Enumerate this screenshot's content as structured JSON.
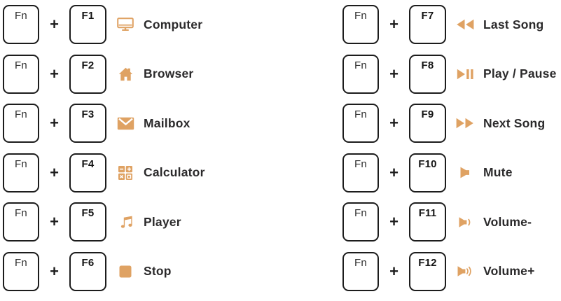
{
  "accent_color": "#dfa263",
  "text_color": "#2b2a2b",
  "keys": {
    "modifier_label": "Fn",
    "plus_sign": "+"
  },
  "columns": [
    {
      "rows": [
        {
          "key": "F1",
          "icon": "computer-icon",
          "label": "Computer"
        },
        {
          "key": "F2",
          "icon": "home-icon",
          "label": "Browser"
        },
        {
          "key": "F3",
          "icon": "mailbox-icon",
          "label": "Mailbox"
        },
        {
          "key": "F4",
          "icon": "calculator-icon",
          "label": "Calculator"
        },
        {
          "key": "F5",
          "icon": "music-note-icon",
          "label": "Player"
        },
        {
          "key": "F6",
          "icon": "stop-icon",
          "label": "Stop"
        }
      ]
    },
    {
      "rows": [
        {
          "key": "F7",
          "icon": "rewind-icon",
          "label": "Last Song"
        },
        {
          "key": "F8",
          "icon": "play-pause-icon",
          "label": "Play / Pause"
        },
        {
          "key": "F9",
          "icon": "fast-forward-icon",
          "label": "Next Song"
        },
        {
          "key": "F10",
          "icon": "mute-icon",
          "label": "Mute"
        },
        {
          "key": "F11",
          "icon": "volume-down-icon",
          "label": "Volume-"
        },
        {
          "key": "F12",
          "icon": "volume-up-icon",
          "label": "Volume+"
        }
      ]
    }
  ]
}
